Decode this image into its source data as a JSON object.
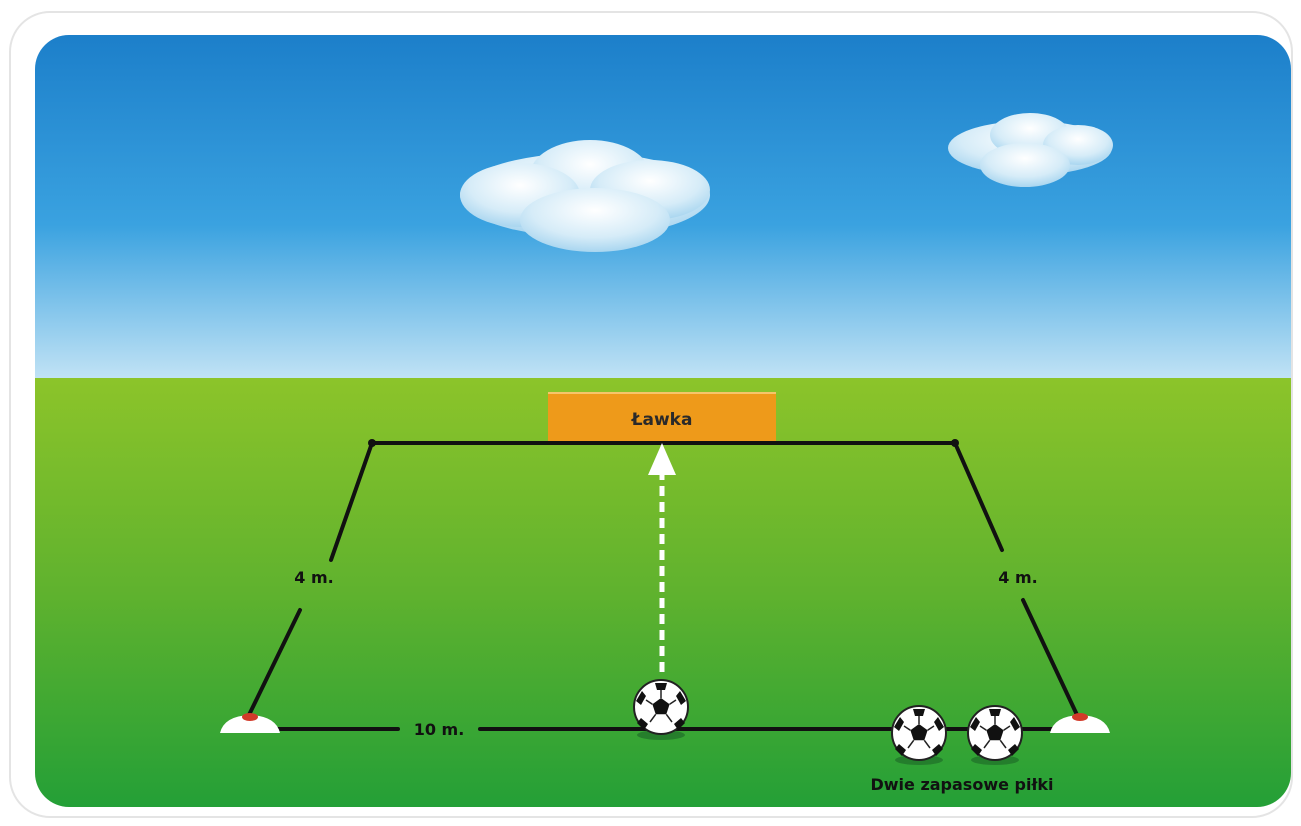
{
  "diagram": {
    "bench_label": "Ławka",
    "side_left_label": "4 m.",
    "side_right_label": "4 m.",
    "bottom_label": "10 m.",
    "spare_balls_label": "Dwie zapasowe piłki"
  },
  "colors": {
    "sky_top": "#1b7fc9",
    "sky_bottom": "#b9dff6",
    "grass_top": "#8ac127",
    "grass_bottom": "#27a236",
    "bench": "#ee9a1a",
    "line": "#111111",
    "arrow": "#ffffff",
    "cone_base": "#ffffff",
    "cone_tip": "#d23a2a"
  },
  "icons": {
    "ball": "soccer-ball-icon",
    "cone": "cone-icon",
    "cloud": "cloud-icon"
  }
}
